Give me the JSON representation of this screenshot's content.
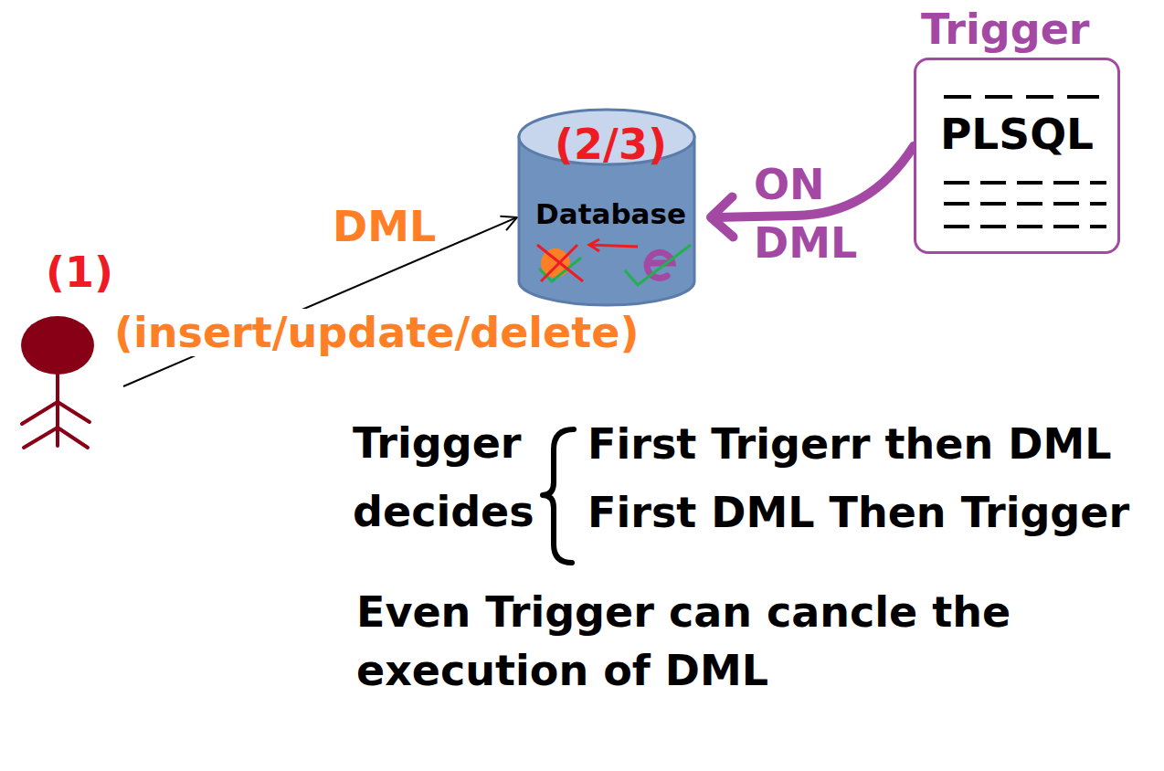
{
  "diagram": {
    "nodes": [
      {
        "text": [
          "(1)"
        ]
      },
      {
        "text": [
          "(2/3)",
          "Database"
        ]
      },
      {
        "text": [
          "Trigger",
          "PLSQL"
        ]
      }
    ],
    "edges": [
      {
        "from": 0,
        "to": 1,
        "arrow": "to",
        "label": "DML"
      },
      {
        "from": 2,
        "to": 1,
        "arrow": "to",
        "label": "ON DML"
      }
    ],
    "labels": [
      "(insert/update/delete)",
      "Trigger decides",
      "First Trigerr then DML",
      "First DML Then Trigger",
      "Even Trigger can cancle the execution of DML"
    ]
  }
}
